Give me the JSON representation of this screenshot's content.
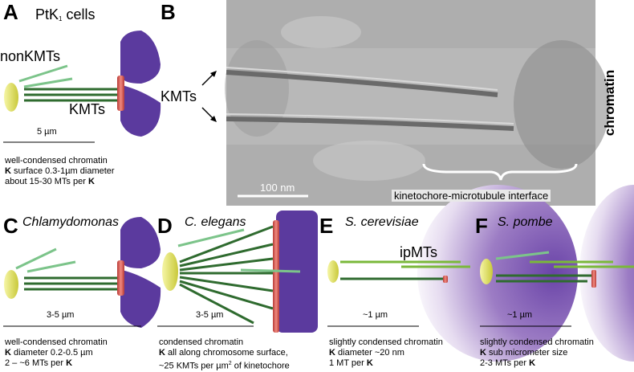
{
  "panels": {
    "A": {
      "letter": "A",
      "cell": "PtK",
      "cell_sub": "1",
      "cell_suffix": " cells",
      "nonkmts": "nonKMTs",
      "kmts": "KMTs",
      "scale": "5 µm",
      "caption": [
        "well-condensed chromatin",
        "K",
        " surface 0.3-1µm diameter",
        "about 15-30 MTs per ",
        "K"
      ]
    },
    "B": {
      "letter": "B",
      "kmts": "KMTs",
      "scale": "100 nm",
      "interface": "kinetochore-microtubule interface",
      "chromatin": "chromatin"
    },
    "C": {
      "letter": "C",
      "organism": "Chlamydomonas",
      "scale": "3-5 µm",
      "caption": [
        "well-condensed chromatin",
        "K",
        " diameter 0.2-0.5 µm",
        "2 – ~6 MTs per ",
        "K"
      ]
    },
    "D": {
      "letter": "D",
      "organism": "C. elegans",
      "scale": "3-5 µm",
      "caption": [
        "condensed chromatin",
        "K",
        " all along chromosome surface,",
        "~25 KMTs per µm",
        "2",
        " of kinetochore"
      ]
    },
    "E": {
      "letter": "E",
      "organism": "S. cerevisiae",
      "ipmts": "ipMTs",
      "scale": "~1 µm",
      "caption": [
        "slightly condensed chromatin",
        "K",
        " diameter ~20 nm",
        "1 MT per ",
        "K"
      ]
    },
    "F": {
      "letter": "F",
      "organism": "S. pombe",
      "scale": "~1 µm",
      "caption": [
        "slightly condensed chromatin",
        "K",
        " sub micrometer size",
        "2-3 MTs per ",
        "K"
      ]
    }
  },
  "colors": {
    "chromosome": "#5b3a9e",
    "kinetochore": "#d9534f",
    "spindle_pole": "#e6e65a",
    "microtubule": "#2f6b2f",
    "nonkmt": "#7cc48a",
    "ipmt": "#7ab83a"
  }
}
